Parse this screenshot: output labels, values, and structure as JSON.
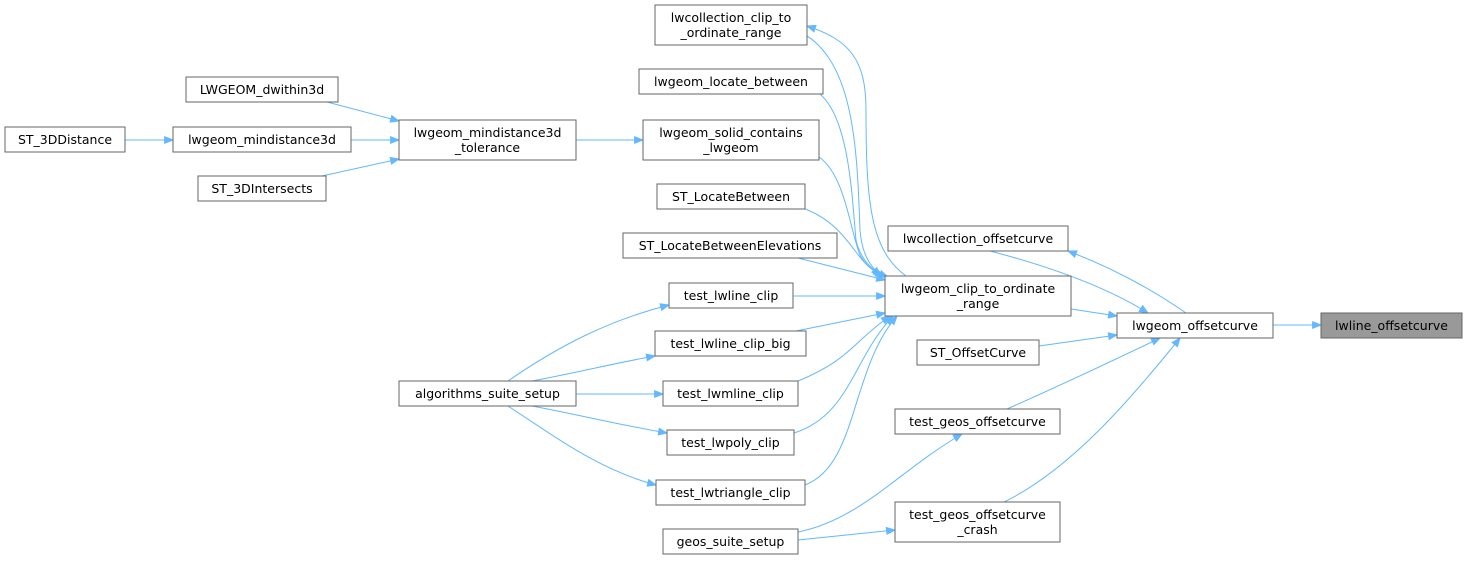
{
  "graph": {
    "direction": "left-to-right",
    "root": "lwline_offsetcurve",
    "edge_color": "#63b8ff",
    "root_fill": "#999999",
    "nodes": [
      {
        "id": "lwline_offsetcurve",
        "lines": [
          "lwline_offsetcurve"
        ]
      },
      {
        "id": "lwgeom_offsetcurve",
        "lines": [
          "lwgeom_offsetcurve"
        ]
      },
      {
        "id": "lwcollection_offsetcurve",
        "lines": [
          "lwcollection_offsetcurve"
        ]
      },
      {
        "id": "lwgeom_clip_to_ordinate_range",
        "lines": [
          "lwgeom_clip_to_ordinate",
          "_range"
        ]
      },
      {
        "id": "ST_OffsetCurve",
        "lines": [
          "ST_OffsetCurve"
        ]
      },
      {
        "id": "test_geos_offsetcurve",
        "lines": [
          "test_geos_offsetcurve"
        ]
      },
      {
        "id": "test_geos_offsetcurve_crash",
        "lines": [
          "test_geos_offsetcurve",
          "_crash"
        ]
      },
      {
        "id": "lwcollection_clip_to_ordinate_range",
        "lines": [
          "lwcollection_clip_to",
          "_ordinate_range"
        ]
      },
      {
        "id": "lwgeom_locate_between",
        "lines": [
          "lwgeom_locate_between"
        ]
      },
      {
        "id": "lwgeom_solid_contains_lwgeom",
        "lines": [
          "lwgeom_solid_contains",
          "_lwgeom"
        ]
      },
      {
        "id": "ST_LocateBetween",
        "lines": [
          "ST_LocateBetween"
        ]
      },
      {
        "id": "ST_LocateBetweenElevations",
        "lines": [
          "ST_LocateBetweenElevations"
        ]
      },
      {
        "id": "test_lwline_clip",
        "lines": [
          "test_lwline_clip"
        ]
      },
      {
        "id": "test_lwline_clip_big",
        "lines": [
          "test_lwline_clip_big"
        ]
      },
      {
        "id": "test_lwmline_clip",
        "lines": [
          "test_lwmline_clip"
        ]
      },
      {
        "id": "test_lwpoly_clip",
        "lines": [
          "test_lwpoly_clip"
        ]
      },
      {
        "id": "test_lwtriangle_clip",
        "lines": [
          "test_lwtriangle_clip"
        ]
      },
      {
        "id": "geos_suite_setup",
        "lines": [
          "geos_suite_setup"
        ]
      },
      {
        "id": "algorithms_suite_setup",
        "lines": [
          "algorithms_suite_setup"
        ]
      },
      {
        "id": "lwgeom_mindistance3d_tolerance",
        "lines": [
          "lwgeom_mindistance3d",
          "_tolerance"
        ]
      },
      {
        "id": "LWGEOM_dwithin3d",
        "lines": [
          "LWGEOM_dwithin3d"
        ]
      },
      {
        "id": "lwgeom_mindistance3d",
        "lines": [
          "lwgeom_mindistance3d"
        ]
      },
      {
        "id": "ST_3DIntersects",
        "lines": [
          "ST_3DIntersects"
        ]
      },
      {
        "id": "ST_3DDistance",
        "lines": [
          "ST_3DDistance"
        ]
      }
    ],
    "edges": [
      {
        "from": "lwgeom_offsetcurve",
        "to": "lwline_offsetcurve"
      },
      {
        "from": "lwcollection_offsetcurve",
        "to": "lwgeom_offsetcurve"
      },
      {
        "from": "lwgeom_offsetcurve",
        "to": "lwcollection_offsetcurve"
      },
      {
        "from": "lwgeom_clip_to_ordinate_range",
        "to": "lwgeom_offsetcurve"
      },
      {
        "from": "ST_OffsetCurve",
        "to": "lwgeom_offsetcurve"
      },
      {
        "from": "test_geos_offsetcurve",
        "to": "lwgeom_offsetcurve"
      },
      {
        "from": "test_geos_offsetcurve_crash",
        "to": "lwgeom_offsetcurve"
      },
      {
        "from": "lwcollection_clip_to_ordinate_range",
        "to": "lwgeom_clip_to_ordinate_range"
      },
      {
        "from": "lwgeom_clip_to_ordinate_range",
        "to": "lwcollection_clip_to_ordinate_range"
      },
      {
        "from": "lwgeom_locate_between",
        "to": "lwgeom_clip_to_ordinate_range"
      },
      {
        "from": "lwgeom_solid_contains_lwgeom",
        "to": "lwgeom_clip_to_ordinate_range"
      },
      {
        "from": "ST_LocateBetween",
        "to": "lwgeom_clip_to_ordinate_range"
      },
      {
        "from": "ST_LocateBetweenElevations",
        "to": "lwgeom_clip_to_ordinate_range"
      },
      {
        "from": "test_lwline_clip",
        "to": "lwgeom_clip_to_ordinate_range"
      },
      {
        "from": "test_lwline_clip_big",
        "to": "lwgeom_clip_to_ordinate_range"
      },
      {
        "from": "test_lwmline_clip",
        "to": "lwgeom_clip_to_ordinate_range"
      },
      {
        "from": "test_lwpoly_clip",
        "to": "lwgeom_clip_to_ordinate_range"
      },
      {
        "from": "test_lwtriangle_clip",
        "to": "lwgeom_clip_to_ordinate_range"
      },
      {
        "from": "geos_suite_setup",
        "to": "test_geos_offsetcurve"
      },
      {
        "from": "geos_suite_setup",
        "to": "test_geos_offsetcurve_crash"
      },
      {
        "from": "algorithms_suite_setup",
        "to": "test_lwline_clip"
      },
      {
        "from": "algorithms_suite_setup",
        "to": "test_lwline_clip_big"
      },
      {
        "from": "algorithms_suite_setup",
        "to": "test_lwmline_clip"
      },
      {
        "from": "algorithms_suite_setup",
        "to": "test_lwpoly_clip"
      },
      {
        "from": "algorithms_suite_setup",
        "to": "test_lwtriangle_clip"
      },
      {
        "from": "lwgeom_mindistance3d_tolerance",
        "to": "lwgeom_solid_contains_lwgeom"
      },
      {
        "from": "LWGEOM_dwithin3d",
        "to": "lwgeom_mindistance3d_tolerance"
      },
      {
        "from": "lwgeom_mindistance3d",
        "to": "lwgeom_mindistance3d_tolerance"
      },
      {
        "from": "ST_3DIntersects",
        "to": "lwgeom_mindistance3d_tolerance"
      },
      {
        "from": "ST_3DDistance",
        "to": "lwgeom_mindistance3d"
      }
    ]
  }
}
